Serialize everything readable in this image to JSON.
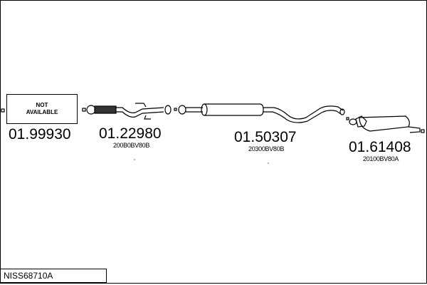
{
  "diagram_code": "NISS68710A",
  "parts": [
    {
      "number": "01.99930",
      "note": "NOT AVAILABLE",
      "oem": ""
    },
    {
      "number": "01.22980",
      "oem": "200B0BV80B"
    },
    {
      "number": "01.50307",
      "oem": "20300BV80B"
    },
    {
      "number": "01.61408",
      "oem": "20100BV80A"
    }
  ]
}
